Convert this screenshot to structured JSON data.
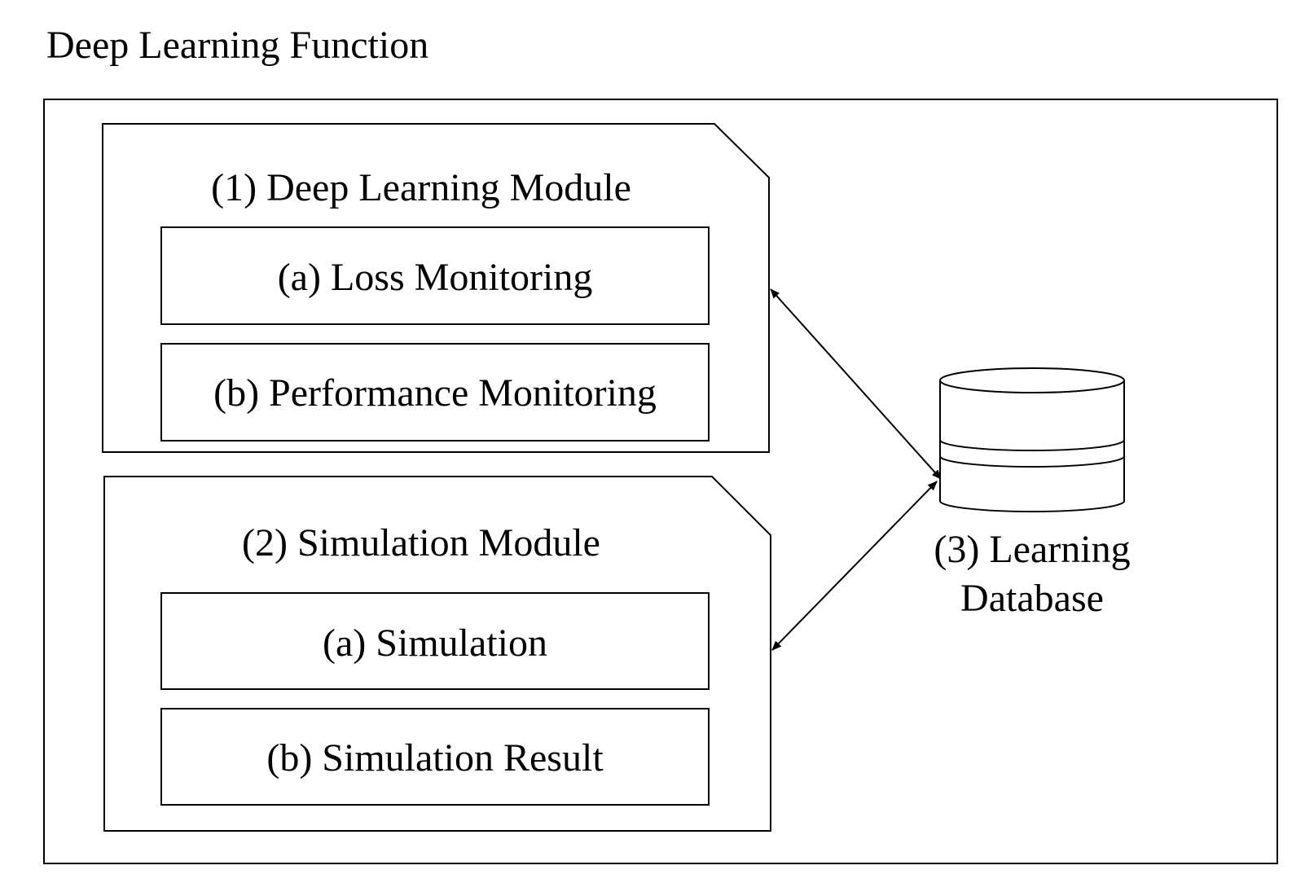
{
  "title": "Deep Learning Function",
  "modules": [
    {
      "label": "(1) Deep Learning Module",
      "items": [
        {
          "label": "(a) Loss Monitoring"
        },
        {
          "label": "(b) Performance Monitoring"
        }
      ]
    },
    {
      "label": "(2) Simulation Module",
      "items": [
        {
          "label": "(a) Simulation"
        },
        {
          "label": "(b) Simulation Result"
        }
      ]
    }
  ],
  "database": {
    "label_line1": "(3) Learning",
    "label_line2": "Database",
    "icon": "database-icon"
  },
  "colors": {
    "stroke": "#000000",
    "background": "#ffffff"
  }
}
